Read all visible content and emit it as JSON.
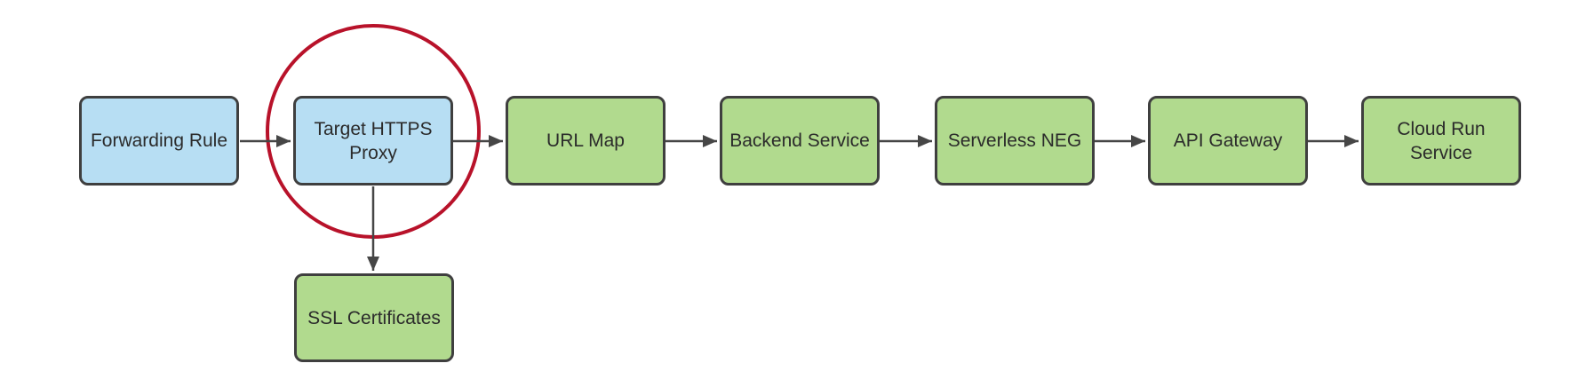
{
  "diagram": {
    "title": "",
    "nodes": [
      {
        "id": "forwarding-rule",
        "label": "Forwarding Rule",
        "fill": "#b7def3",
        "type": "frontend"
      },
      {
        "id": "target-https-proxy",
        "label": "Target HTTPS\nProxy",
        "fill": "#b7def3",
        "type": "frontend"
      },
      {
        "id": "url-map",
        "label": "URL Map",
        "fill": "#b1da8e",
        "type": "backend"
      },
      {
        "id": "backend-service",
        "label": "Backend Service",
        "fill": "#b1da8e",
        "type": "backend"
      },
      {
        "id": "serverless-neg",
        "label": "Serverless NEG",
        "fill": "#b1da8e",
        "type": "backend"
      },
      {
        "id": "api-gateway",
        "label": "API Gateway",
        "fill": "#b1da8e",
        "type": "backend"
      },
      {
        "id": "cloud-run-service",
        "label": "Cloud Run\nService",
        "fill": "#b1da8e",
        "type": "backend"
      },
      {
        "id": "ssl-certificates",
        "label": "SSL Certificates",
        "fill": "#b1da8e",
        "type": "backend"
      }
    ],
    "edges": [
      {
        "from": "forwarding-rule",
        "to": "target-https-proxy"
      },
      {
        "from": "target-https-proxy",
        "to": "url-map"
      },
      {
        "from": "url-map",
        "to": "backend-service"
      },
      {
        "from": "backend-service",
        "to": "serverless-neg"
      },
      {
        "from": "serverless-neg",
        "to": "api-gateway"
      },
      {
        "from": "api-gateway",
        "to": "cloud-run-service"
      },
      {
        "from": "target-https-proxy",
        "to": "ssl-certificates"
      }
    ],
    "annotation": {
      "shape": "circle",
      "around": "target-https-proxy",
      "color": "#b8122a"
    },
    "colors": {
      "node_fill_blue": "#b7def3",
      "node_fill_green": "#b1da8e",
      "node_border": "#3f3f3f",
      "arrow": "#464646",
      "highlight_circle": "#b8122a",
      "text": "#2b2b2b",
      "background": "#ffffff"
    }
  }
}
